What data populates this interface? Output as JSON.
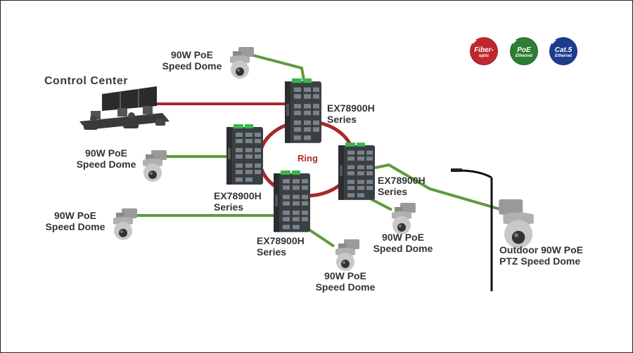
{
  "control_center": {
    "label": "Control Center"
  },
  "switch_label": {
    "line1": "EX78900H",
    "line2": "Series"
  },
  "camera_label": {
    "line1": "90W PoE",
    "line2": "Speed Dome"
  },
  "outdoor_camera": {
    "line1": "Outdoor 90W PoE",
    "line2": "PTZ Speed Dome"
  },
  "ring": {
    "label": "Ring"
  },
  "legend": {
    "fiber": {
      "line1": "Fiber-",
      "line2": "optic",
      "color": "#c0272d"
    },
    "poe": {
      "line1": "PoE",
      "line2": "Ethernet",
      "color": "#2e7d32"
    },
    "cat5": {
      "line1": "Cat.5",
      "line2": "Ethernet",
      "color": "#1e3c8c"
    }
  },
  "colors": {
    "fiber_link": "#a8282c",
    "poe_link": "#5f9a3c"
  }
}
